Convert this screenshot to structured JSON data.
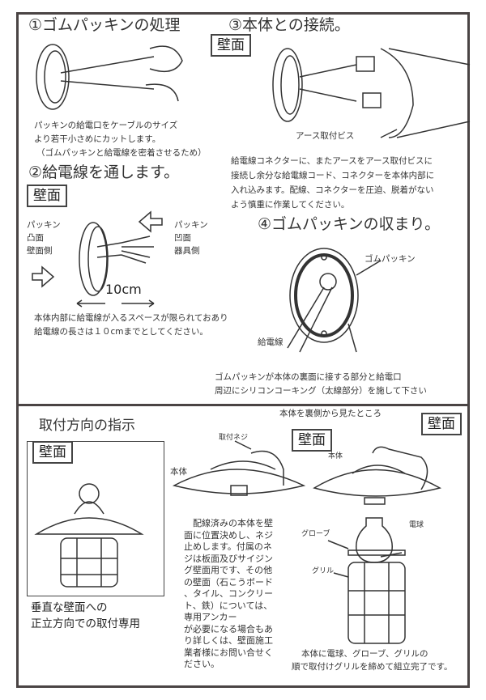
{
  "step1": {
    "title": "①ゴムパッキンの処理",
    "lines": [
      "パッキンの給電口をケーブルのサイズ",
      "より若干小さめにカットします。",
      "（ゴムパッキンと給電線を密着させるため）"
    ]
  },
  "step2": {
    "title": "②給電線を通します。",
    "wall": "壁面",
    "left_label": [
      "パッキン",
      "凸面",
      "壁面側"
    ],
    "right_label": [
      "パッキン",
      "凹面",
      "器具側"
    ],
    "dimension": "10cm",
    "lines": [
      "本体内部に給電線が入るスペースが限られておあり",
      "給電線の長さは１０cmまでとしてください。"
    ]
  },
  "step3": {
    "title": "③本体との接続。",
    "wall": "壁面",
    "screw_label": "アース取付ビス",
    "lines": [
      "給電線コネクターに、またアースをアース取付ビスに",
      "接続し余分な給電線コード、コネクターを本体内部に",
      "入れ込みます。配線、コネクターを圧迫、脱着がない",
      "よう慎重に作業してください。"
    ]
  },
  "step4": {
    "title": "④ゴムパッキンの収まり。",
    "packing_label": "ゴムパッキン",
    "cable_label": "給電線",
    "lines": [
      "ゴムパッキンが本体の裏面に接する部分と給電口",
      "周辺にシリコンコーキング（太線部分）を施して下さい"
    ]
  },
  "direction": {
    "title": "取付方向の指示",
    "wall": "壁面",
    "lines": [
      "垂直な壁面への",
      "正立方向での取付専用"
    ]
  },
  "mounting": {
    "wall": "壁面",
    "screw_label": "取付ネジ",
    "body_label": "本体",
    "text": "　配線済みの本体を壁\n面に位置決めし、ネジ\n止めします。付属のネ\nジは板面及びサイジン\nグ壁面用です、その他\nの壁面（石こうボード\n、タイル、コンクリー\nト、鉄）については、\n専用アンカー\nが必要になる場合もあ\nり詳しくは、壁面施工\n業者様にお問い合せく\nださい。"
  },
  "assembly": {
    "caption_top": "本体を裏側から見たところ",
    "wall": "壁面",
    "body_label": "本体",
    "bulb_label": "電球",
    "globe_label": "グローブ",
    "grill_label": "グリル",
    "lines": [
      "本体に電球、グローブ、グリルの",
      "順で取付けグリルを締めて組立完了です。"
    ]
  }
}
